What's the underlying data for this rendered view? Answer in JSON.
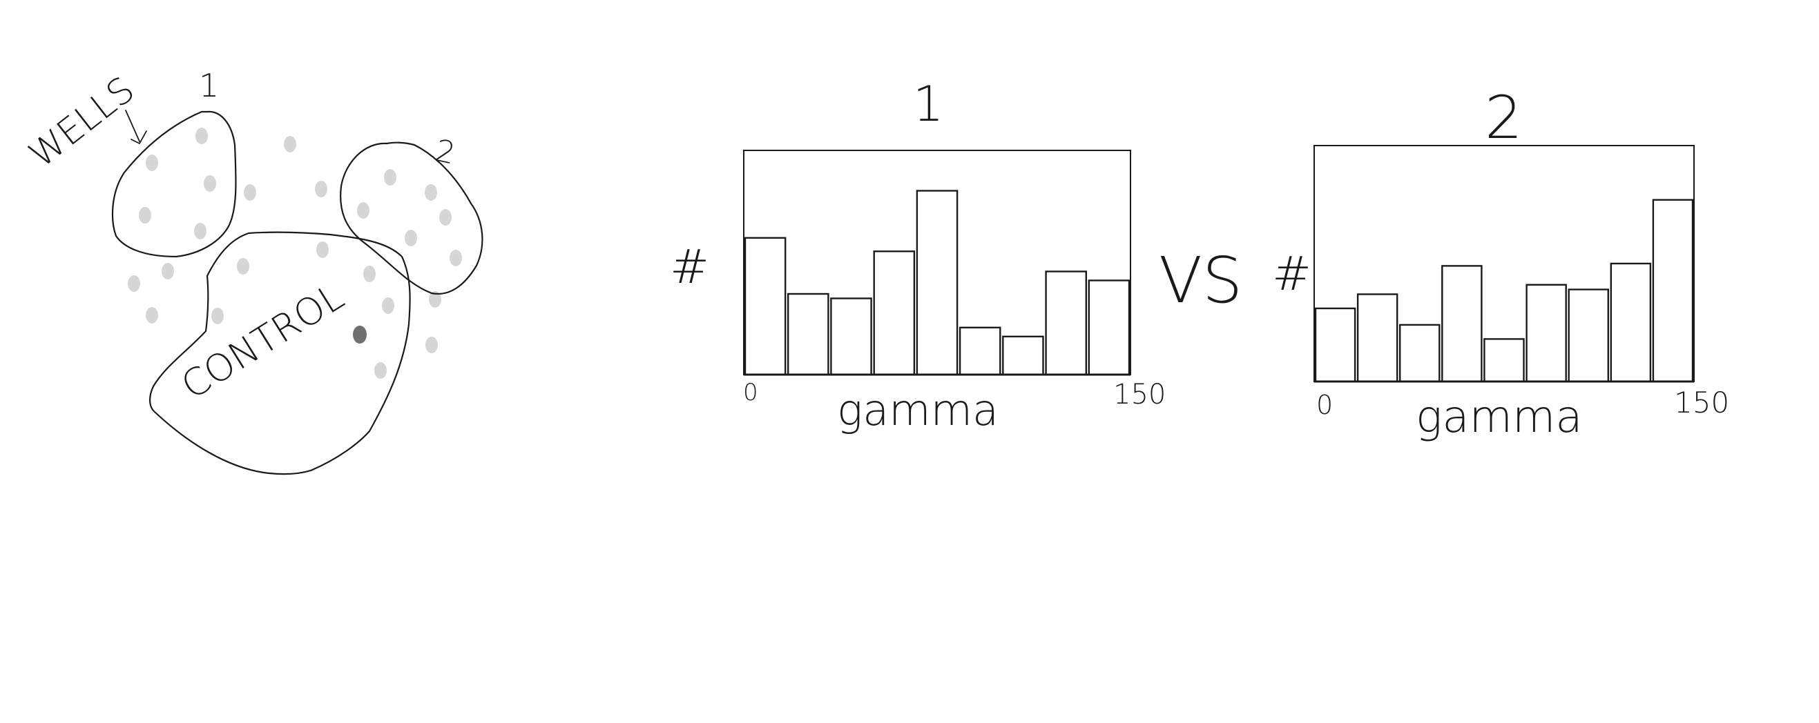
{
  "labels": {
    "wells": "WELLS",
    "group1": "1",
    "group2": "2",
    "control": "CONTROL",
    "versus": "VS"
  },
  "colors": {
    "ink": "#1a1a1a",
    "well_gray": "#d6d6d6",
    "highlight_well": "#707070"
  },
  "chart_data": [
    {
      "type": "bar",
      "title": "1",
      "ylabel": "#",
      "xlabel": "gamma",
      "x_tick_labels": [
        "0",
        "150"
      ],
      "xlim": [
        0,
        150
      ],
      "ylim": [
        0,
        100
      ],
      "values": [
        61,
        36,
        34,
        55,
        82,
        21,
        17,
        46,
        42
      ]
    },
    {
      "type": "bar",
      "title": "2",
      "ylabel": "#",
      "xlabel": "gamma",
      "x_tick_labels": [
        "0",
        "150"
      ],
      "xlim": [
        0,
        150
      ],
      "ylim": [
        0,
        100
      ],
      "values": [
        31,
        37,
        24,
        49,
        18,
        41,
        39,
        50,
        77
      ]
    }
  ]
}
